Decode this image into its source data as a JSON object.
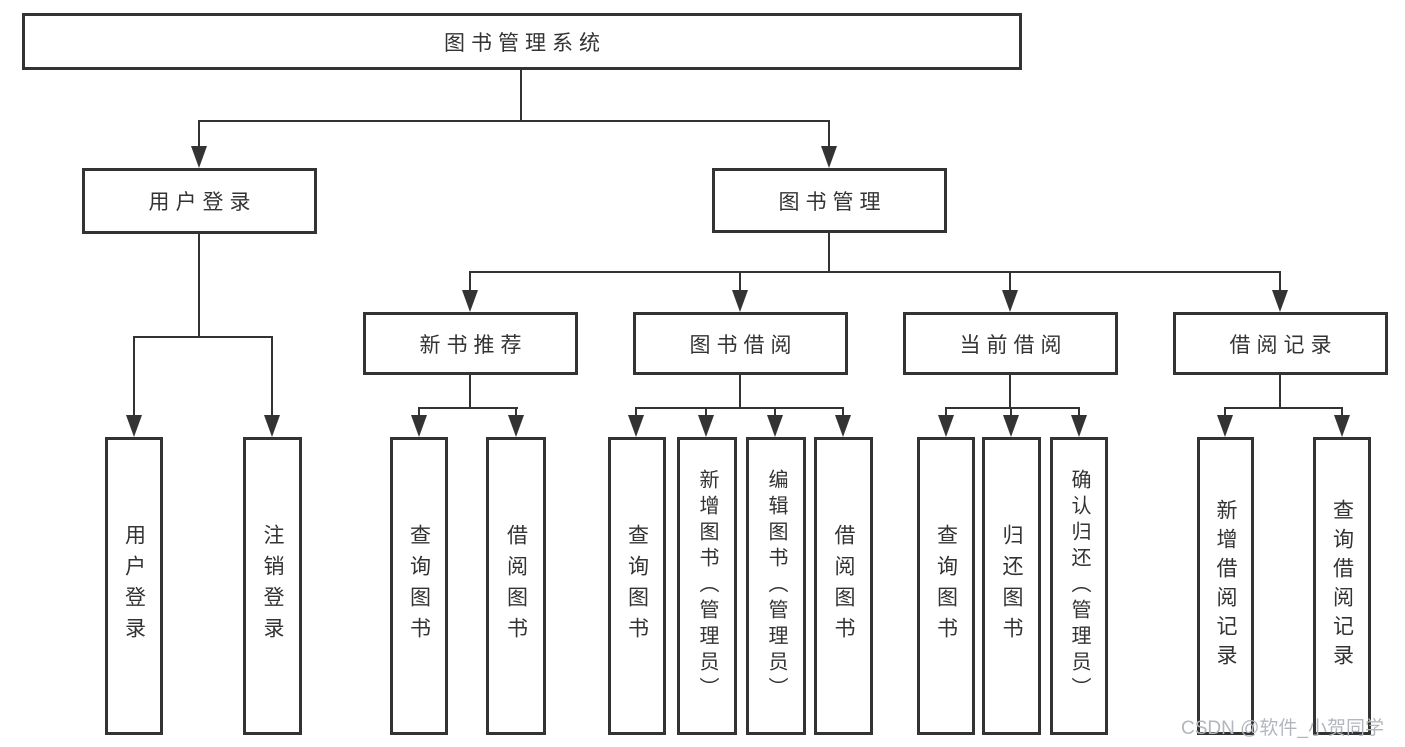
{
  "tree": {
    "root": "图书管理系统",
    "branches": [
      {
        "label": "用户登录",
        "children": [
          "用户登录",
          "注销登录"
        ]
      },
      {
        "label": "图书管理",
        "groups": [
          {
            "label": "新书推荐",
            "children": [
              "查询图书",
              "借阅图书"
            ]
          },
          {
            "label": "图书借阅",
            "children": [
              "查询图书",
              "新增图书（管理员）",
              "编辑图书（管理员）",
              "借阅图书"
            ]
          },
          {
            "label": "当前借阅",
            "children": [
              "查询图书",
              "归还图书",
              "确认归还（管理员）"
            ]
          },
          {
            "label": "借阅记录",
            "children": [
              "新增借阅记录",
              "查询借阅记录"
            ]
          }
        ]
      }
    ]
  },
  "watermark": {
    "text": "CSDN @软件_小贺同学",
    "color": "#b2b6bd"
  },
  "colors": {
    "line": "#333333",
    "box_border": "#333333",
    "text": "#333333",
    "background": "#ffffff"
  }
}
